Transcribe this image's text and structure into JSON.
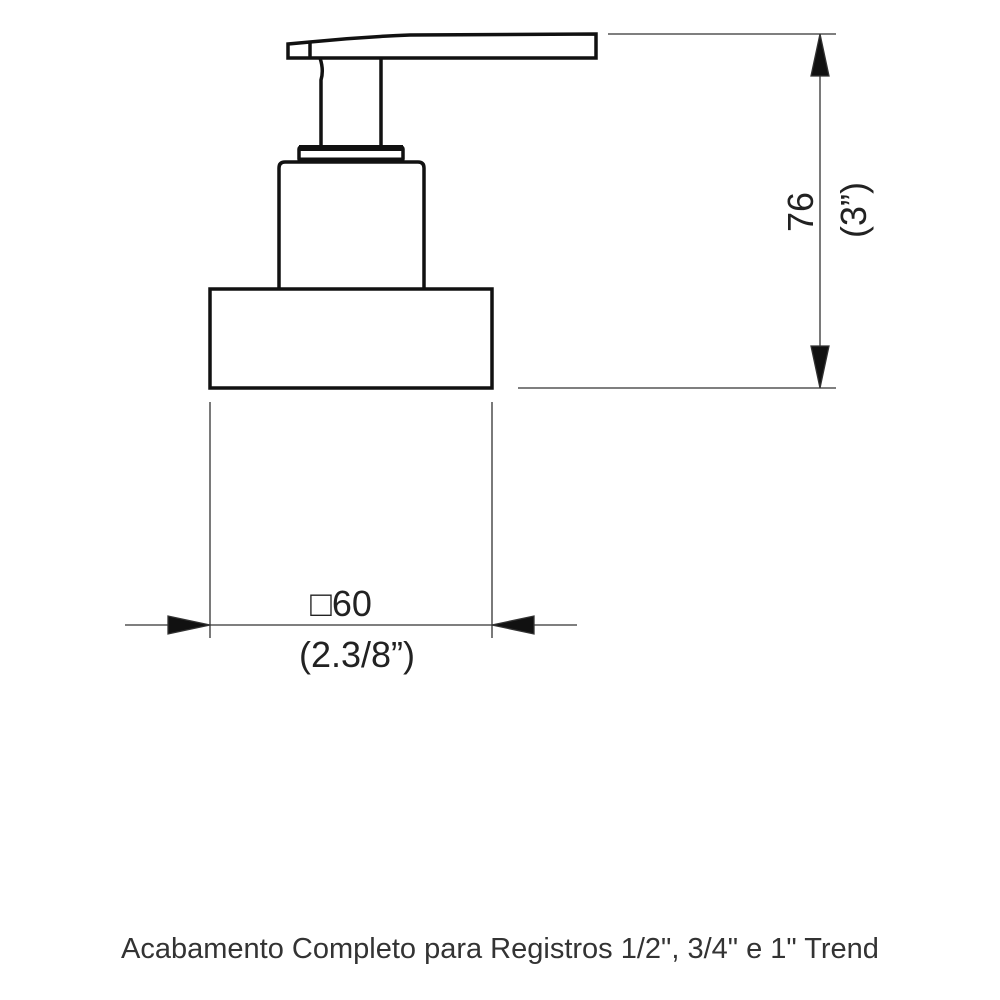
{
  "drawing": {
    "height_dimension": {
      "metric": "76",
      "imperial": "(3”)"
    },
    "width_dimension": {
      "symbol": "□",
      "metric": "60",
      "imperial": "(2.3/8”)"
    }
  },
  "caption": "Acabamento Completo para Registros 1/2\", 3/4\" e 1\" Trend",
  "colors": {
    "line": "#111111",
    "dimension": "#333333"
  }
}
